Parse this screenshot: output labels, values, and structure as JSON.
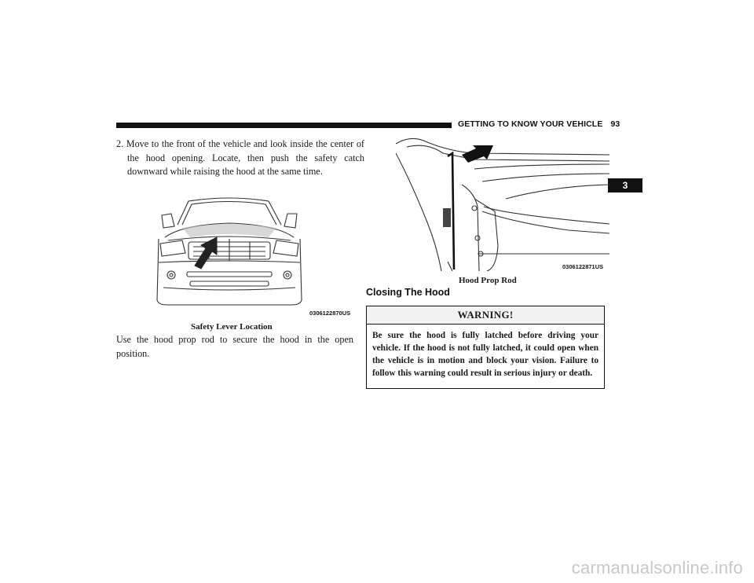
{
  "header": {
    "section_title": "GETTING TO KNOW YOUR VEHICLE",
    "page_number": "93"
  },
  "chapter_tab": "3",
  "step": {
    "text": "2. Move to the front of the vehicle and look inside the center of the hood opening. Locate, then push the safety catch downward while raising the hood at the same time."
  },
  "figures": [
    {
      "code": "0306122870US",
      "caption": "Safety Lever Location"
    },
    {
      "code": "0306122871US",
      "caption": "Hood Prop Rod"
    }
  ],
  "body_text": "Use the hood prop rod to secure the hood in the open position.",
  "section": {
    "heading": "Closing The Hood"
  },
  "warning": {
    "title": "WARNING!",
    "text": "Be sure the hood is fully latched before driving your vehicle. If the hood is not fully latched, it could open when the vehicle is in motion and block your vision. Failure to follow this warning could result in serious injury or death."
  },
  "watermark": "carmanualsonline.info"
}
